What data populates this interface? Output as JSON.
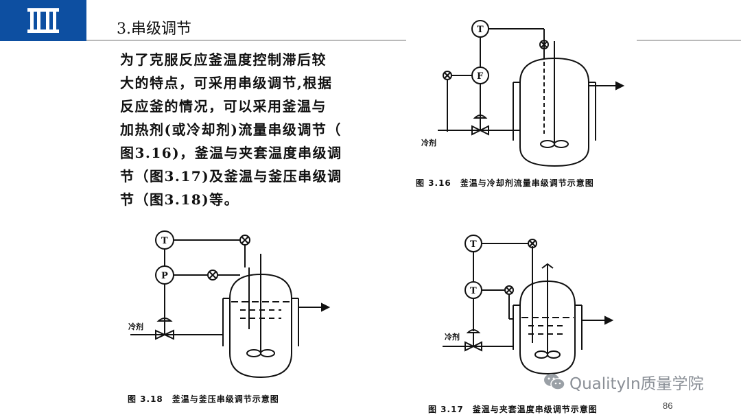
{
  "slide": {
    "section_title": "3.串级调节",
    "body_lines": [
      "为了克服反应釜温度控制滞后较",
      "大的特点，可采用串级调节,根据",
      "反应釜的情况，可以采用釜温与",
      "加热剂(或冷却剂)流量串级调节（",
      "图3.16)，釜温与夹套温度串级调",
      "节（图3.17)及釜温与釜压串级调",
      "节（图3.18)等。"
    ],
    "page_number": "86",
    "watermark_text": "QualityIn质量学院",
    "brand_color": "#0d4fa1"
  },
  "figures": {
    "fig316": {
      "caption": "图 3.16　釜温与冷却剂流量串级调节示意图",
      "controller_top": "T",
      "controller_bottom": "F",
      "inlet_label": "冷剂"
    },
    "fig318": {
      "caption": "图 3.18　釜温与釜压串级调节示意图",
      "controller_top": "T",
      "controller_bottom": "P",
      "inlet_label": "冷剂"
    },
    "fig317": {
      "caption": "图 3.17　釜温与夹套温度串级调节示意图",
      "controller_top": "T",
      "controller_bottom": "T",
      "inlet_label": "冷剂"
    }
  }
}
